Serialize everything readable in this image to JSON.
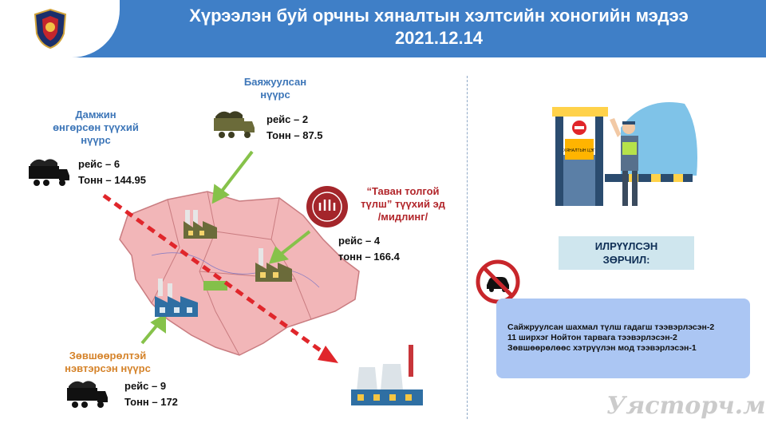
{
  "header": {
    "title_line1": "Хүрээлэн буй орчны хяналтын хэлтсийн хоногийн мэдээ",
    "date": "2021.12.14"
  },
  "cargo": {
    "transit": {
      "label_line1": "Дамжин",
      "label_line2": "өнгөрсөн түүхий",
      "label_line3": "нүүрс",
      "trips": "рейс – 6",
      "tonnes": "Тонн – 144.95"
    },
    "enriched": {
      "label_line1": "Баяжуулсан",
      "label_line2": "нүүрс",
      "trips": "рейс – 2",
      "tonnes": "Тонн – 87.5"
    },
    "tavan_tolgoi": {
      "label_line1": "“Таван толгой",
      "label_line2": "түлш” түүхий эд",
      "label_line3": "/мидлинг/",
      "trips": "рейс – 4",
      "tonnes": "тонн – 166.4"
    },
    "permitted": {
      "label_line1": "Зөвшөөрөлтэй",
      "label_line2": "нэвтэрсэн нүүрс",
      "trips": "рейс – 9",
      "tonnes": "Тонн – 172"
    }
  },
  "violations": {
    "title_line1": "ИЛРҮҮЛСЭН",
    "title_line2": "ЗӨРЧИЛ:",
    "items": [
      "Сайжруулсан шахмал түлш гадагш тээвэрлэсэн-2",
      "11 ширхэг Нойтон тарвага тээвэрлэсэн-2",
      "Зөвшөөрөлөөс хэтрүүлэн мод тээвэрлэсэн-1"
    ]
  },
  "checkpoint_sign": "ХЯНАЛТЫН ЦЭГ",
  "watermark": "Уясторч.мн",
  "colors": {
    "header": "#3f7fc7",
    "map": "#f2b6b8",
    "accent_red": "#b2262b",
    "accent_blue": "#3d76b8",
    "accent_orange": "#d5832a"
  }
}
